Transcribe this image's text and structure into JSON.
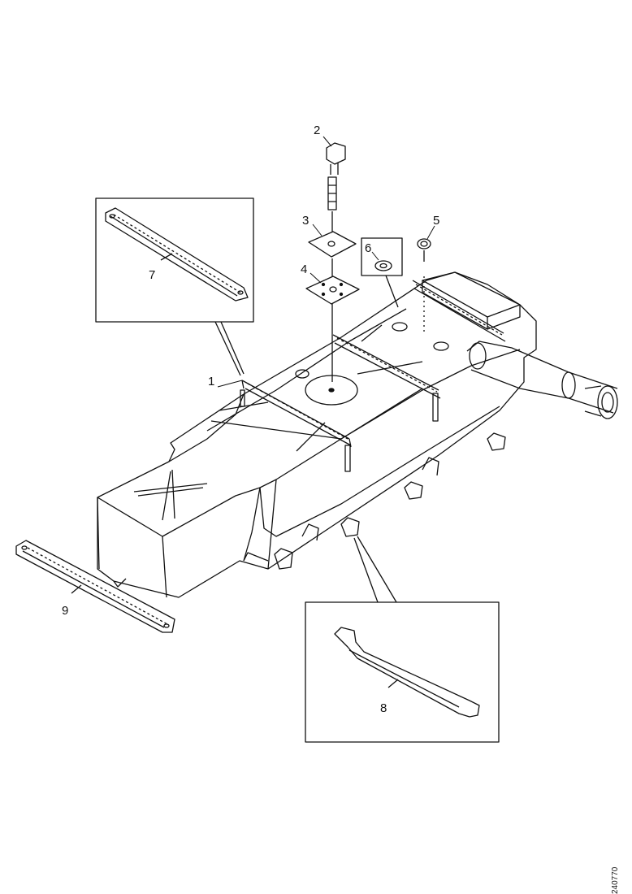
{
  "callouts": {
    "c1": "1",
    "c2": "2",
    "c3": "3",
    "c4": "4",
    "c5": "5",
    "c6": "6",
    "c7": "7",
    "c8": "8",
    "c9": "9"
  },
  "drawing_code": "240770",
  "colors": {
    "line": "#111111",
    "background": "#ffffff"
  }
}
